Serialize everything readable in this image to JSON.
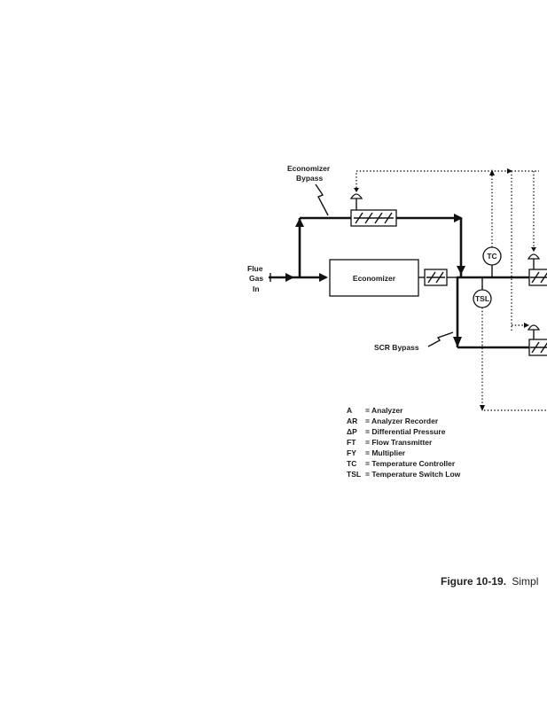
{
  "diagram": {
    "inlet_label": [
      "Flue",
      "Gas",
      "In"
    ],
    "bypass_label": [
      "Economizer",
      "Bypass"
    ],
    "economizer_label": "Economizer",
    "scr_bypass_label": "SCR Bypass",
    "instruments": {
      "tc": "TC",
      "tsl": "TSL"
    },
    "colors": {
      "line": "#111111",
      "background": "#ffffff"
    }
  },
  "legend": [
    {
      "abbr": "A",
      "desc": "= Analyzer"
    },
    {
      "abbr": "AR",
      "desc": "= Analyzer Recorder"
    },
    {
      "abbr": "ΔP",
      "desc": "= Differential Pressure"
    },
    {
      "abbr": "FT",
      "desc": "= Flow Transmitter"
    },
    {
      "abbr": "FY",
      "desc": "= Multiplier"
    },
    {
      "abbr": "TC",
      "desc": "= Temperature Controller"
    },
    {
      "abbr": "TSL",
      "desc": "= Temperature Switch Low"
    }
  ],
  "caption": {
    "label": "Figure 10-19.",
    "text": "Simpl"
  }
}
